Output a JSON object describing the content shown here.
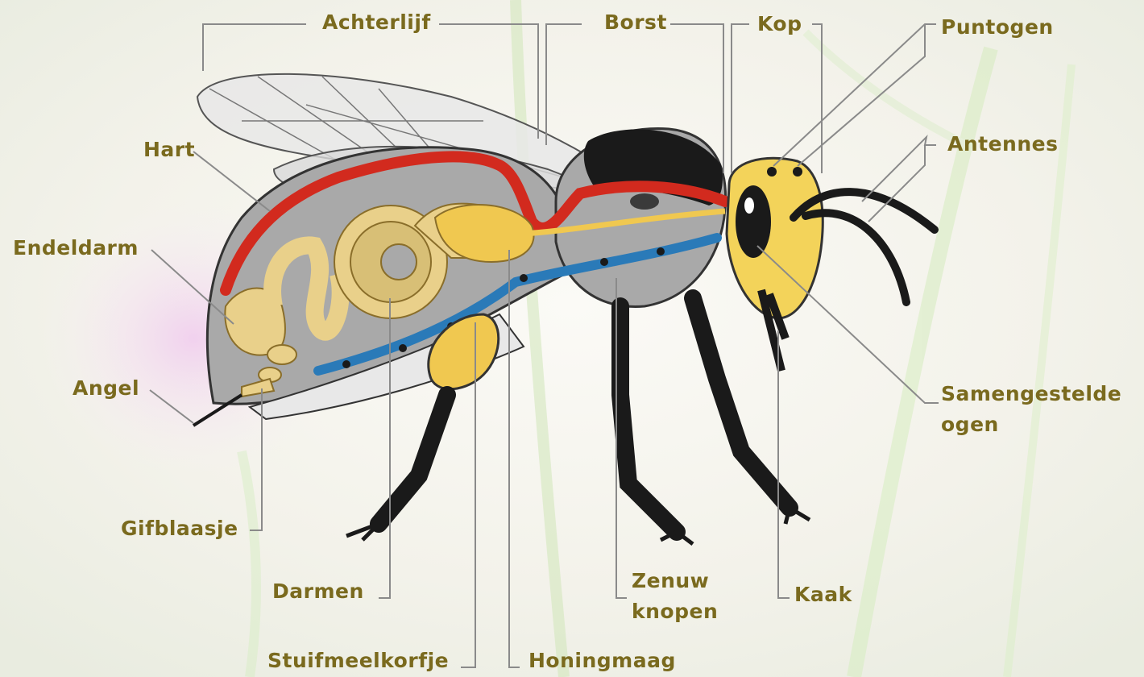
{
  "diagram": {
    "labels": {
      "achterlijf": "Achterlijf",
      "borst": "Borst",
      "kop": "Kop",
      "puntogen": "Puntogen",
      "antennes": "Antennes",
      "hart": "Hart",
      "endeldarm": "Endeldarm",
      "angel": "Angel",
      "gifblaasje": "Gifblaasje",
      "darmen": "Darmen",
      "stuifmeelkorfje": "Stuifmeelkorfje",
      "honingmaag": "Honingmaag",
      "zenuwknopen_line1": "Zenuw",
      "zenuwknopen_line2": "knopen",
      "kaak": "Kaak",
      "samengestelde_ogen_line1": "Samengestelde",
      "samengestelde_ogen_line2": "ogen"
    },
    "colors": {
      "label_text": "#7a6a1e",
      "leader_line": "#8a8a8a",
      "heart": "#d22a1e",
      "intestine": "#e9d08a",
      "honey_stomach": "#f0c850",
      "nerve_cord": "#2a7ab8",
      "body_grey": "#a9a9a9",
      "head_yellow": "#f3d35a",
      "black": "#1a1a1a"
    }
  }
}
